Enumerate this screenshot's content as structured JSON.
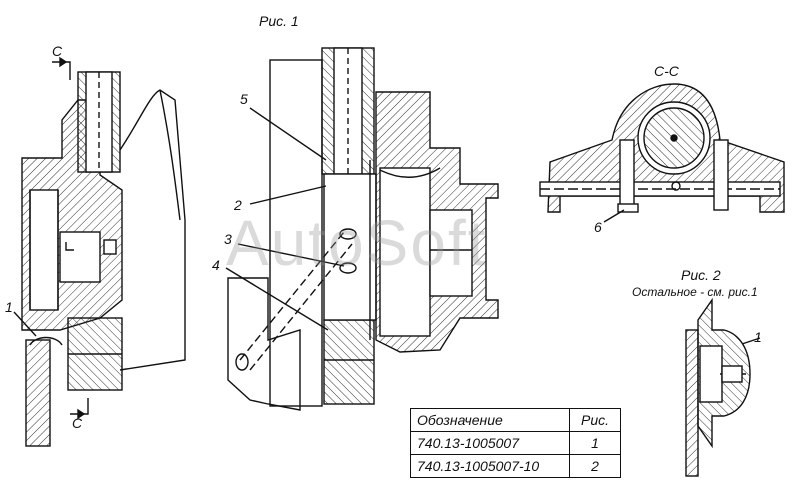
{
  "titles": {
    "fig1": "Рис. 1",
    "fig2": "Рис. 2",
    "fig2_note": "Остальное - см. рис.1",
    "section": "С-С"
  },
  "section_marks": {
    "top": "С",
    "bottom": "С"
  },
  "callouts": [
    "1",
    "2",
    "3",
    "4",
    "5",
    "6",
    "1"
  ],
  "watermark": "AutoSoft",
  "table": {
    "headers": [
      "Обозначение",
      "Рис."
    ],
    "rows": [
      {
        "designation": "740.13-1005007",
        "figure": "1"
      },
      {
        "designation": "740.13-1005007-10",
        "figure": "2"
      }
    ]
  },
  "colors": {
    "ink": "#111111",
    "hatch": "#333333",
    "background": "#ffffff"
  }
}
